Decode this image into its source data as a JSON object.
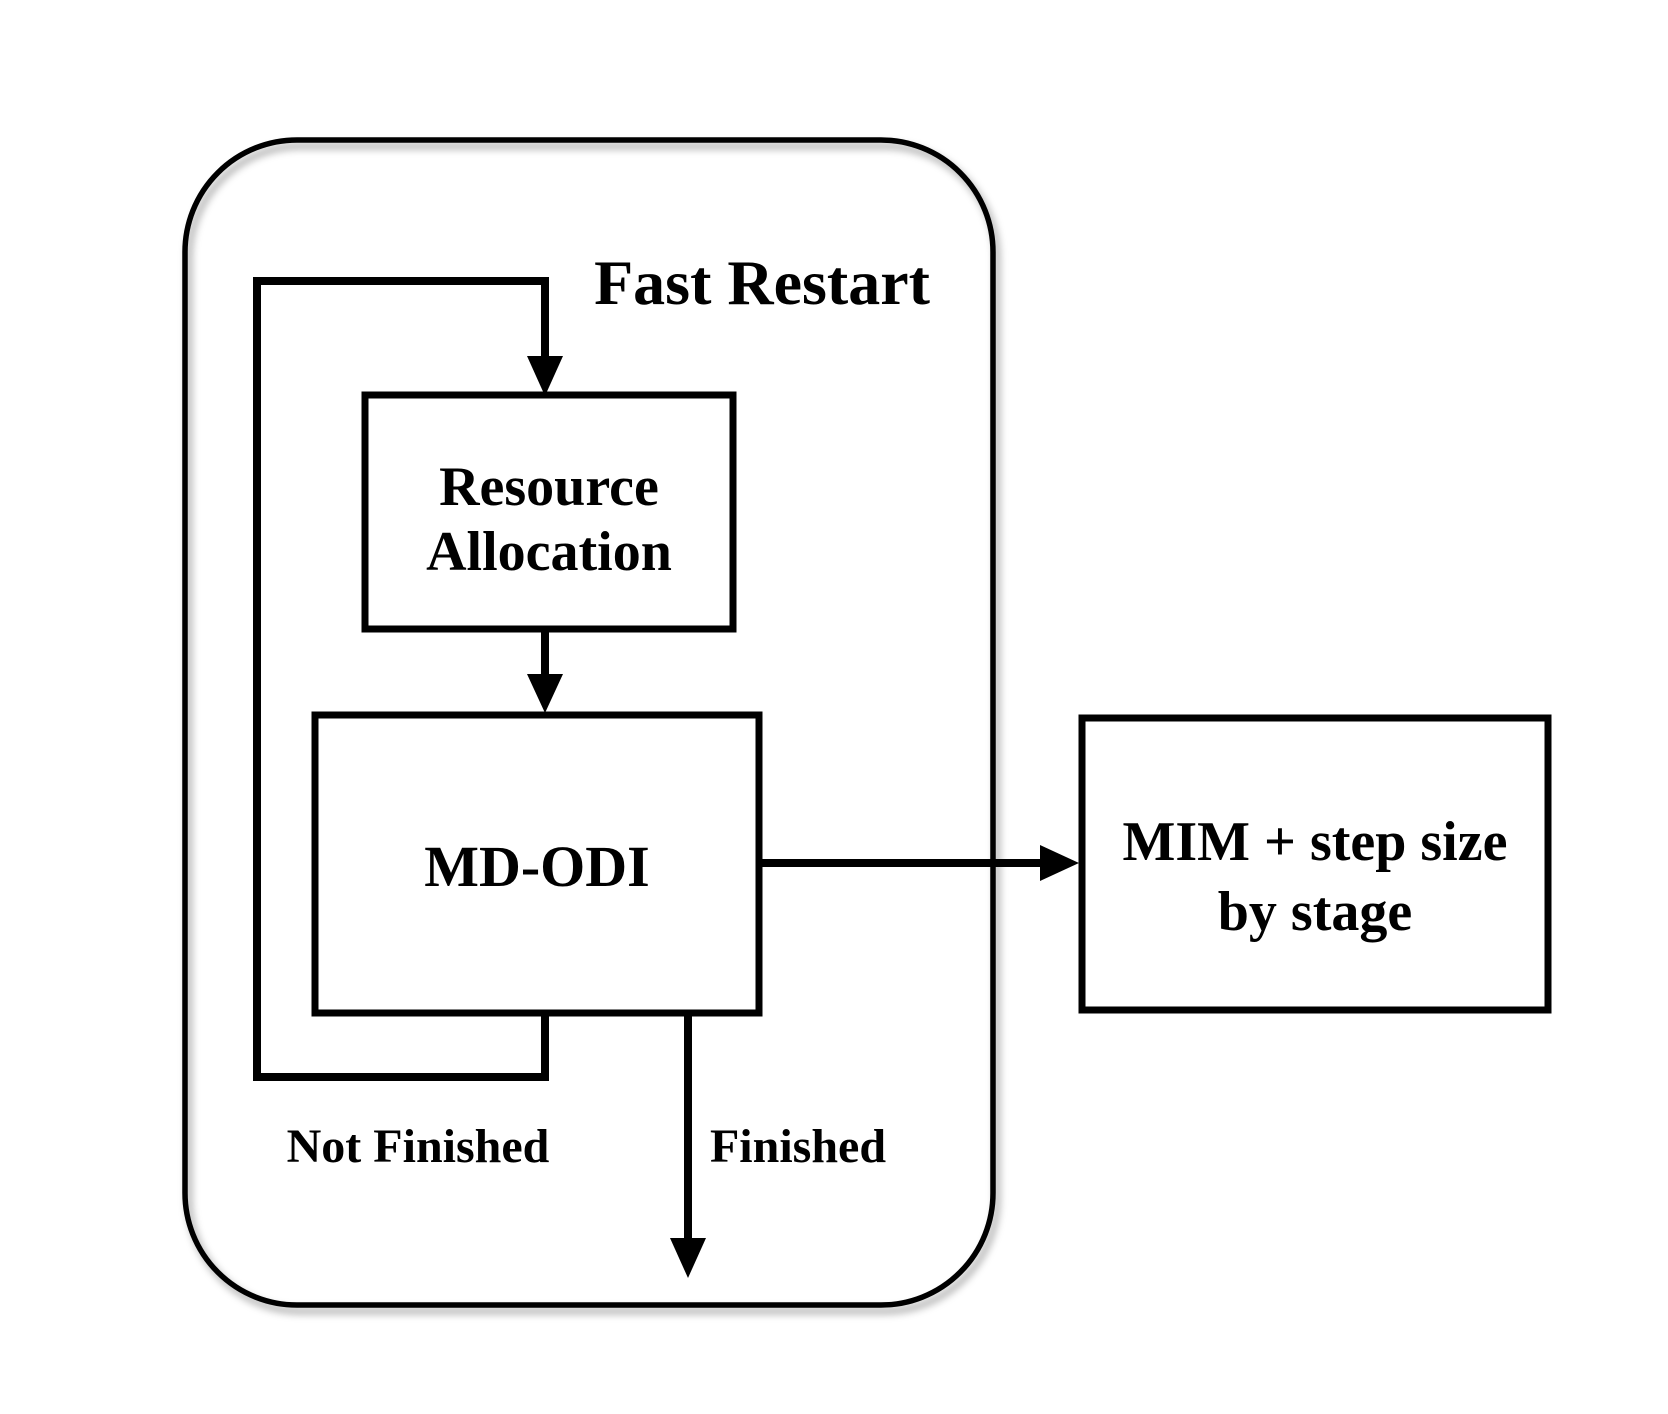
{
  "diagram": {
    "container_label": "Fast Restart",
    "nodes": {
      "resource_allocation": {
        "line1": "Resource",
        "line2": "Allocation"
      },
      "md_odi": {
        "label": "MD-ODI"
      },
      "mim": {
        "line1": "MIM + step size",
        "line2": "by stage"
      }
    },
    "edge_labels": {
      "not_finished": "Not Finished",
      "finished": "Finished"
    }
  },
  "colors": {
    "line": "#000000",
    "text": "#000000",
    "background": "#ffffff"
  }
}
